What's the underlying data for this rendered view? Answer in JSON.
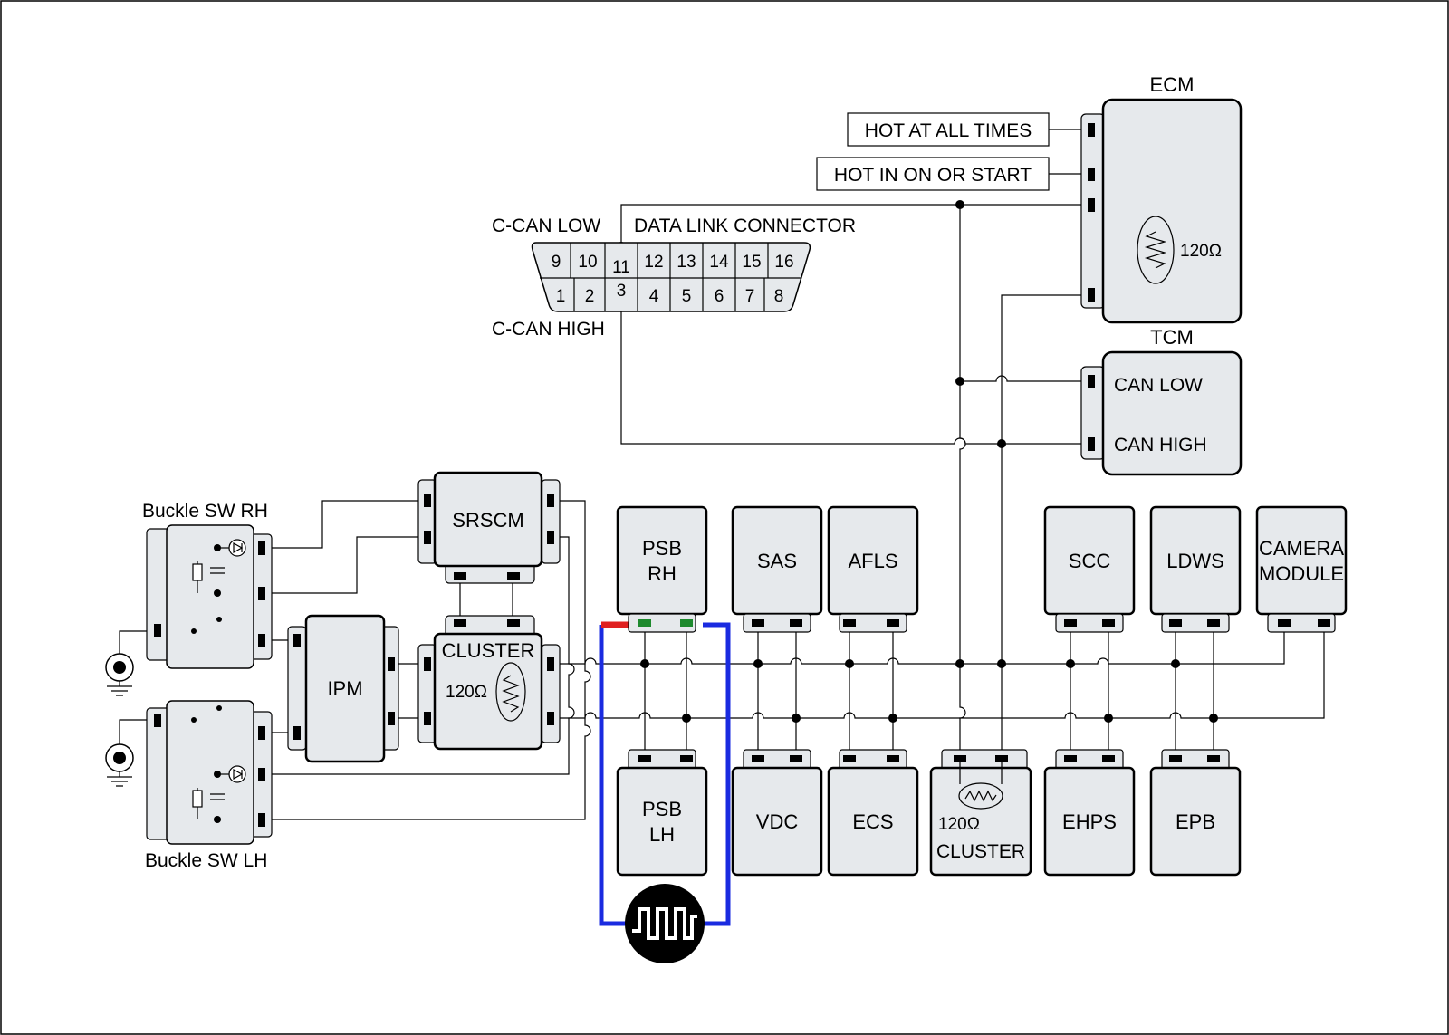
{
  "ecm": {
    "title": "ECM",
    "resistor": "120Ω"
  },
  "tcm": {
    "title": "TCM",
    "can_low": "CAN LOW",
    "can_high": "CAN HIGH"
  },
  "power": {
    "hot_all": "HOT AT ALL TIMES",
    "hot_on": "HOT IN ON OR START"
  },
  "dlc": {
    "title": "DATA LINK CONNECTOR",
    "can_low": "C-CAN LOW",
    "can_high": "C-CAN HIGH",
    "top_pins": [
      "9",
      "10",
      "11",
      "12",
      "13",
      "14",
      "15",
      "16"
    ],
    "bottom_pins": [
      "1",
      "2",
      "3",
      "4",
      "5",
      "6",
      "7",
      "8"
    ]
  },
  "buckle": {
    "rh": "Buckle SW RH",
    "lh": "Buckle SW LH"
  },
  "modules": {
    "srscm": "SRSCM",
    "ipm": "IPM",
    "cluster": "CLUSTER",
    "cluster_res": "120Ω",
    "psb_rh": [
      "PSB",
      "RH"
    ],
    "psb_lh": [
      "PSB",
      "LH"
    ],
    "sas": "SAS",
    "afls": "AFLS",
    "scc": "SCC",
    "ldws": "LDWS",
    "camera": [
      "CAMERA",
      "MODULE"
    ],
    "vdc": "VDC",
    "ecs": "ECS",
    "cluster2_res": "120Ω",
    "cluster2": "CLUSTER",
    "ehps": "EHPS",
    "epb": "EPB"
  }
}
